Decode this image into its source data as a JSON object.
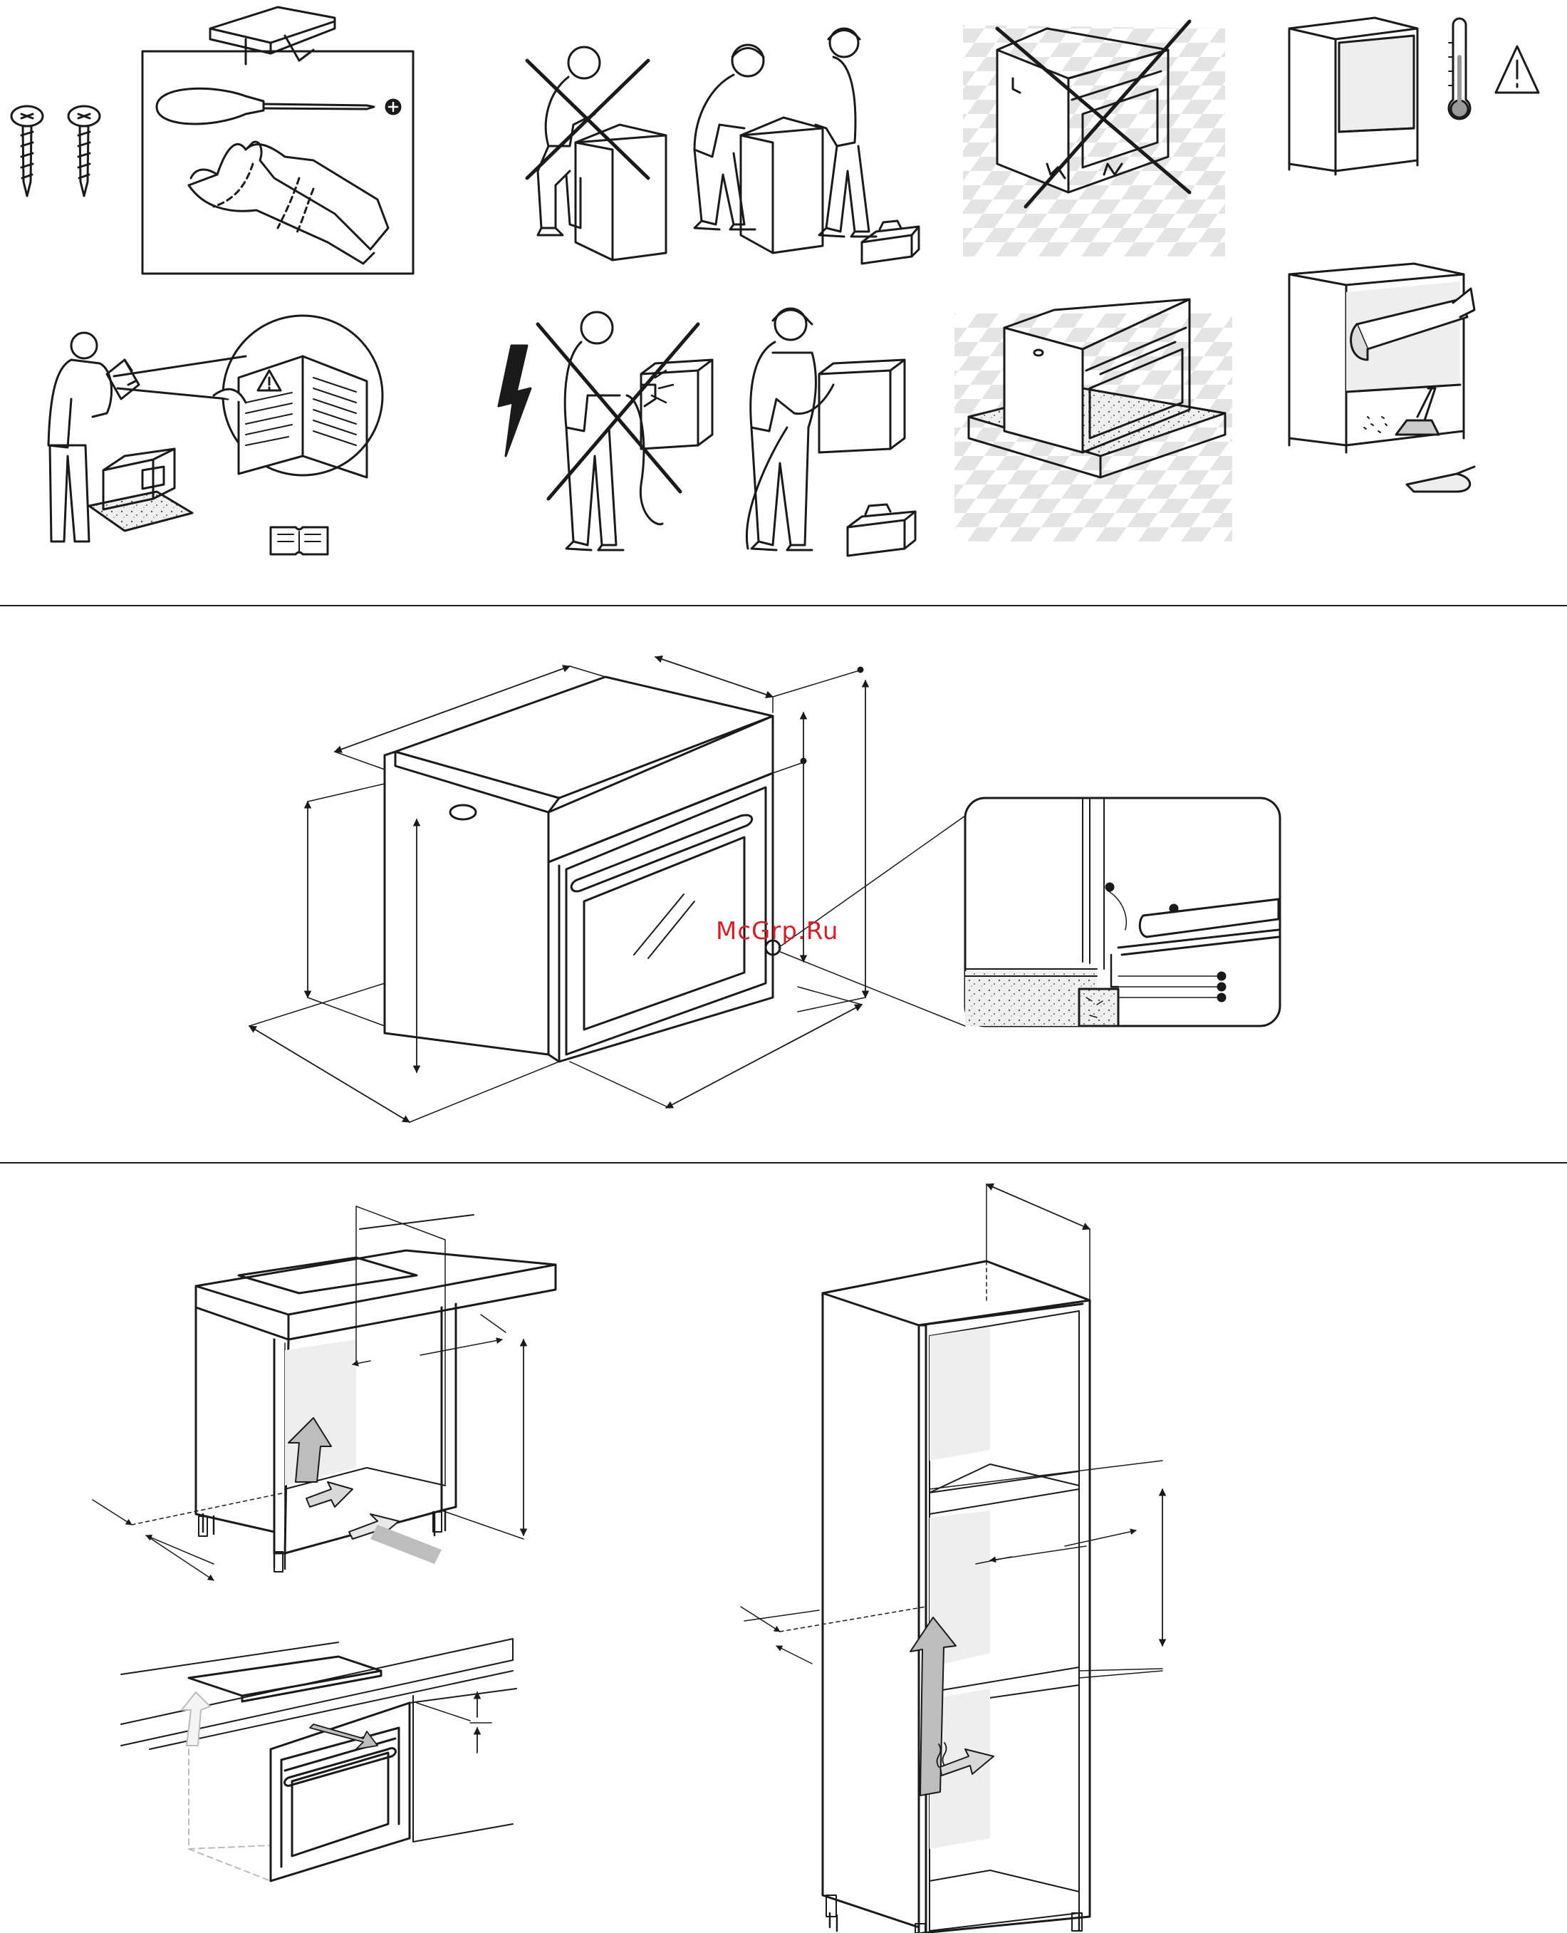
{
  "watermark": "McGrp.Ru",
  "colors": {
    "line": "#1a1a1a",
    "shade": "#d9d9d9",
    "light_shade": "#eeeeee",
    "watermark": "#d0202a",
    "tile": "#e4e4e4",
    "insulation": "#c8c8c8"
  },
  "icons": [
    "screw-icon",
    "toolbox-icon",
    "screwdriver-icon",
    "plus-icon",
    "gloves-icon",
    "read-manual-icon",
    "warning-triangle-icon",
    "lightning-bolt-icon",
    "thermometer-icon",
    "book-icon",
    "prohibited-cross-icon",
    "airflow-arrow-icon",
    "saw-icon",
    "brush-icon",
    "dustpan-icon"
  ],
  "sections": {
    "safety_precautions": {
      "panels": [
        "required-tools-panel",
        "single-person-lift-prohibited",
        "two-person-lift-correct",
        "oven-on-door-prohibited",
        "cabinet-heat-resistance",
        "read-manual",
        "live-wiring-prohibited",
        "professional-electrician-correct",
        "oven-on-packaging-base",
        "cabinet-cleaning-after-cutting"
      ]
    },
    "oven_dimensions": {
      "panels": [
        "oven-isometric-dimensions",
        "door-gap-detail-inset"
      ]
    },
    "installation": {
      "panels": [
        "under-counter-cabinet-ventilation",
        "under-hob-installation-gap",
        "tall-column-cabinet-ventilation"
      ]
    }
  }
}
